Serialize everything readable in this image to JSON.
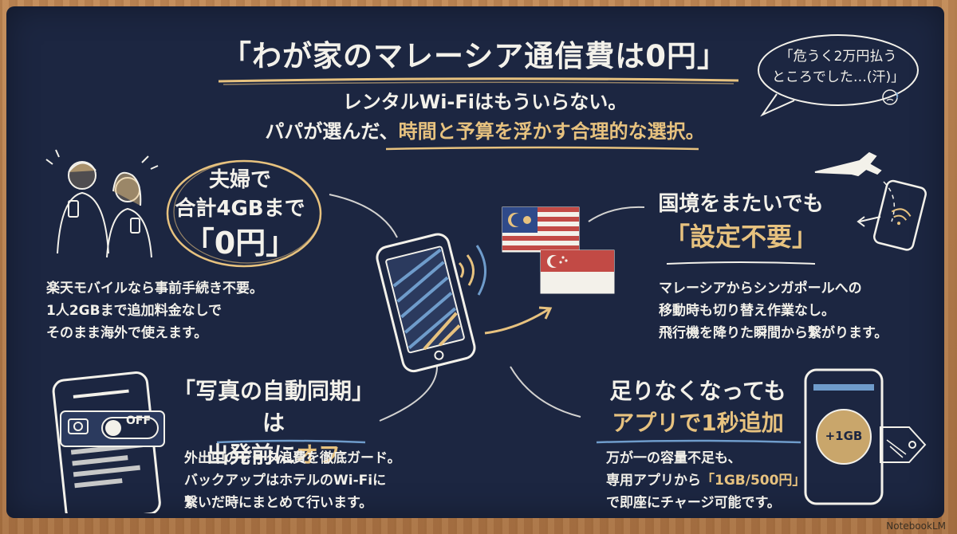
{
  "title": "「わが家のマレーシア通信費は0円」",
  "subtitle": {
    "line1": "レンタルWi-Fiはもういらない。",
    "line2_a": "パパが選んだ、",
    "line2_b": "時間と予算を浮かす合理的な選択。"
  },
  "bubble": {
    "line1": "「危うく2万円払う",
    "line2": "ところでした…(汗)」"
  },
  "panel_tl": {
    "h1": "夫婦で",
    "h2": "合計4GBまで",
    "h3": "「0円」",
    "b1": "楽天モバイルなら事前手続き不要。",
    "b2": "1人2GBまで追加料金なしで",
    "b3": "そのまま海外で使えます。"
  },
  "panel_tr": {
    "h1": "国境をまたいでも",
    "h2": "「設定不要」",
    "b1": "マレーシアからシンガポールへの",
    "b2": "移動時も切り替え作業なし。",
    "b3": "飛行機を降りた瞬間から繋がります。"
  },
  "panel_bl": {
    "h1": "「写真の自動同期」は",
    "h2a": "出発前に",
    "h2b": "オフ",
    "b1": "外出中のデータ浪費を徹底ガード。",
    "b2": "バックアップはホテルのWi-Fiに",
    "b3": "繋いだ時にまとめて行います。",
    "toggle_label": "OFF"
  },
  "panel_br": {
    "h1": "足りなくなっても",
    "h2": "アプリで1秒追加",
    "b1": "万が一の容量不足も、",
    "b2a": "専用アプリから",
    "b2b": "「1GB/500円」",
    "b3": "で即座にチャージ可能です。",
    "coin_label": "+1GB"
  },
  "watermark": "NotebookLM",
  "colors": {
    "board": "#1c2641",
    "accent_gold": "#e7c27f",
    "accent_blue": "#6f9ccb",
    "text": "#f3f1ea"
  },
  "icons": [
    "couple-icon",
    "phone-icon",
    "malaysia-flag-icon",
    "singapore-flag-icon",
    "airplane-icon",
    "camera-icon",
    "price-tag-icon"
  ]
}
